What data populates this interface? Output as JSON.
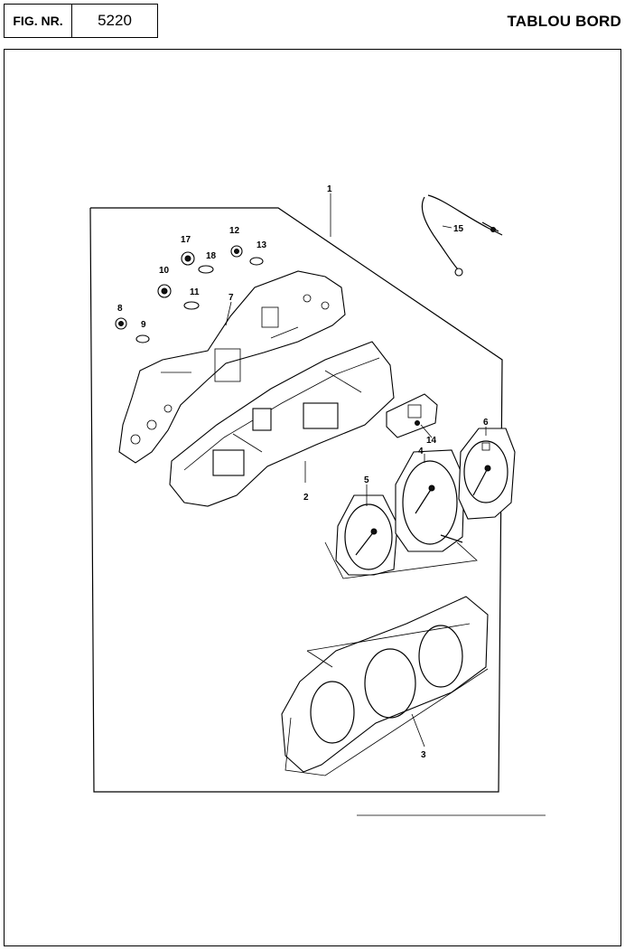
{
  "header": {
    "fig_label": "FIG. NR.",
    "fig_number": "5220",
    "title": "TABLOU BORD"
  },
  "callouts": {
    "c1": "1",
    "c2": "2",
    "c3": "3",
    "c4": "4",
    "c5": "5",
    "c6": "6",
    "c7": "7",
    "c8": "8",
    "c9": "9",
    "c10": "10",
    "c11": "11",
    "c12": "12",
    "c13": "13",
    "c14": "14",
    "c15": "15",
    "c17": "17",
    "c18": "18"
  }
}
